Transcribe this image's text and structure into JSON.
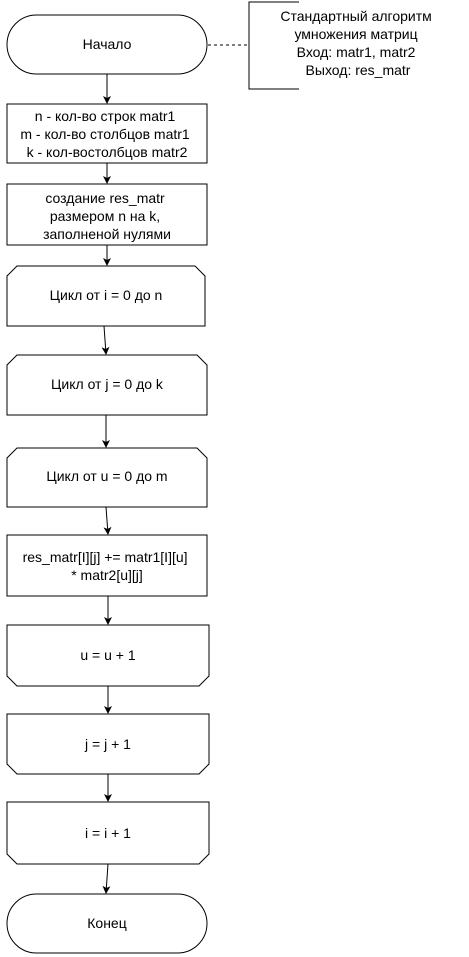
{
  "annotation": {
    "lines": [
      "Стандартный алгоритм",
      "умножения матриц",
      "Вход: matr1, matr2",
      "Выход: res_matr"
    ]
  },
  "nodes": {
    "start": {
      "lines": [
        "Начало"
      ]
    },
    "init": {
      "lines": [
        "n - кол-во строк matr1",
        "m - кол-во столбцов matr1",
        "k - кол-востолбцов matr2"
      ]
    },
    "create": {
      "lines": [
        "создание res_matr",
        "размером n на k,",
        "заполненой нулями"
      ]
    },
    "loop_i": {
      "lines": [
        "Цикл от i = 0 до n"
      ]
    },
    "loop_j": {
      "lines": [
        "Цикл от j = 0 до k"
      ]
    },
    "loop_u": {
      "lines": [
        "Цикл от u = 0 до m"
      ]
    },
    "body": {
      "lines": [
        "res_matr[I][j] += matr1[I][u]",
        "* matr2[u][j]"
      ]
    },
    "end_u": {
      "lines": [
        "u = u + 1"
      ]
    },
    "end_j": {
      "lines": [
        "j = j + 1"
      ]
    },
    "end_i": {
      "lines": [
        "i = i + 1"
      ]
    },
    "end": {
      "lines": [
        "Конец"
      ]
    }
  }
}
